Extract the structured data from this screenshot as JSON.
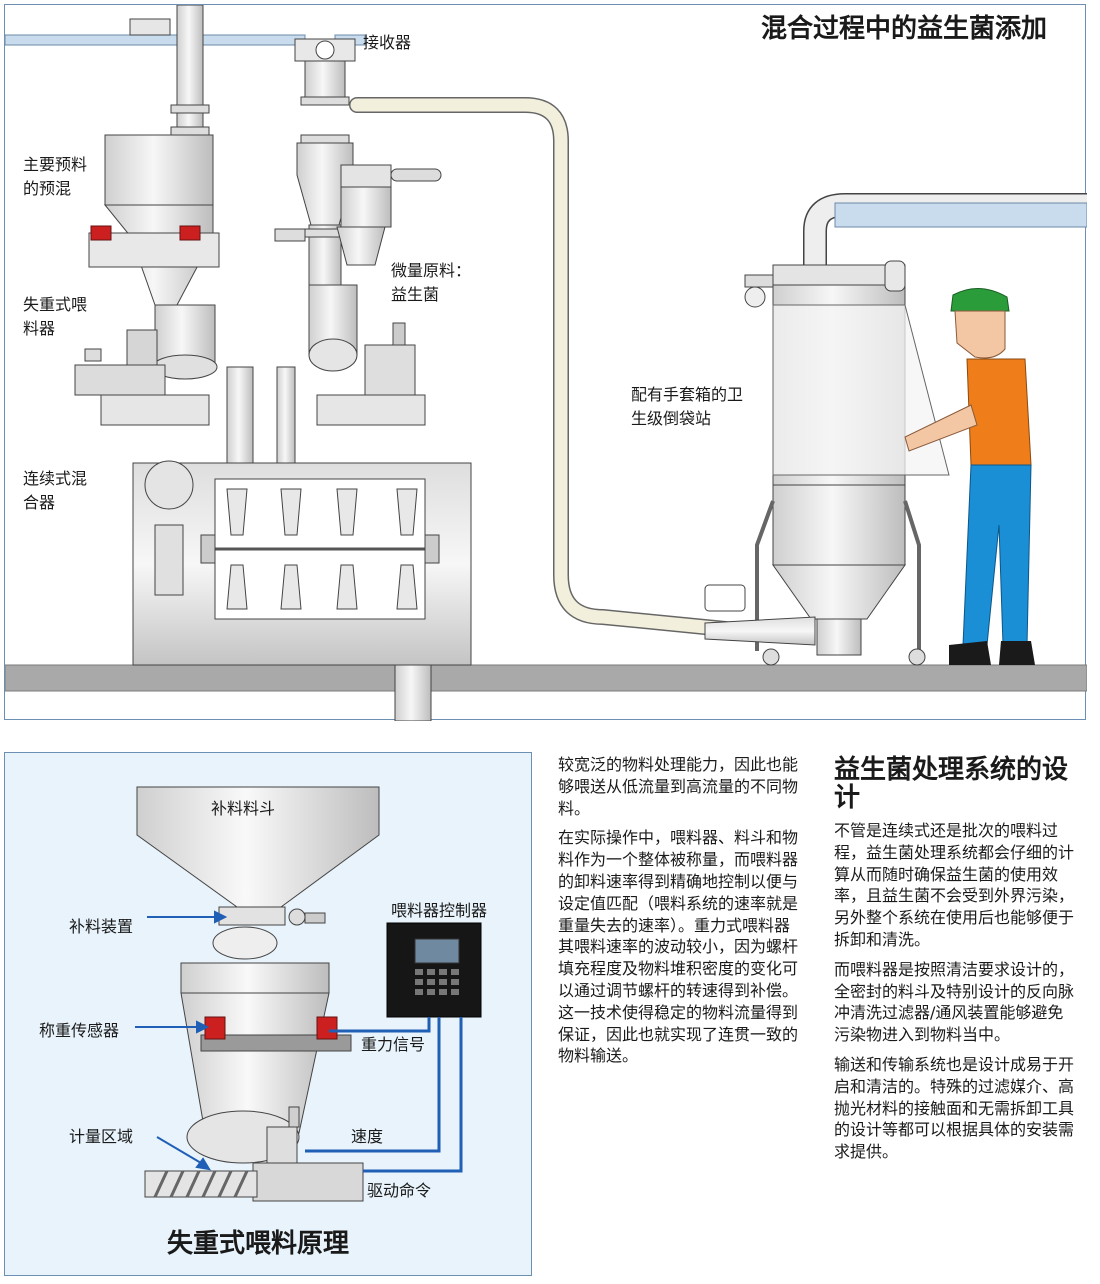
{
  "top": {
    "title": "混合过程中的益生菌添加",
    "labels": {
      "receiver": "接收器",
      "premix_1": "主要预料",
      "premix_2": "的预混",
      "lw_feeder_1": "失重式喂",
      "lw_feeder_2": "料器",
      "micro_1": "微量原料：",
      "micro_2": "益生菌",
      "mixer_1": "连续式混",
      "mixer_2": "合器",
      "station_1": "配有手套箱的卫",
      "station_2": "生级倒袋站"
    }
  },
  "bottom": {
    "title": "失重式喂料原理",
    "labels": {
      "hopper": "补料料斗",
      "refill": "补料装置",
      "controller": "喂料器控制器",
      "load_cell": "称重传感器",
      "weight_signal": "重力信号",
      "speed": "速度",
      "metering": "计量区域",
      "drive_cmd": "驱动命令"
    }
  },
  "middle_text": [
    "较宽泛的物料处理能力，因此也能够喂送从低流量到高流量的不同物料。",
    "在实际操作中，喂料器、料斗和物料作为一个整体被称量，而喂料器的卸料速率得到精确地控制以便与设定值匹配（喂料系统的速率就是重量失去的速率）。重力式喂料器其喂料速率的波动较小，因为螺杆填充程度及物料堆积密度的变化可以通过调节螺杆的转速得到补偿。这一技术使得稳定的物料流量得到保证，因此也就实现了连贯一致的物料输送。"
  ],
  "right_col": {
    "heading": "益生菌处理系统的设计",
    "paragraphs": [
      "不管是连续式还是批次的喂料过程，益生菌处理系统都会仔细的计算从而随时确保益生菌的使用效率，且益生菌不会受到外界污染，另外整个系统在使用后也能够便于拆卸和清洗。",
      "而喂料器是按照清洁要求设计的，全密封的料斗及特别设计的反向脉冲清洗过滤器/通风装置能够避免污染物进入到物料当中。",
      "输送和传输系统也是设计成易于开启和清洁的。特殊的过滤媒介、高抛光材料的接触面和无需拆卸工具的设计等都可以根据具体的安装需求提供。"
    ]
  },
  "colors": {
    "frame": "#6d8fb4",
    "pipe_blue": "#c9dcee",
    "steel": "#e6e6e6",
    "steel_dark": "#9a9a9a",
    "load_cell_red": "#cc1f1f",
    "signal_blue": "#1f5fb5",
    "worker_shirt": "#ef7d1a",
    "worker_pants": "#1a8fd6",
    "helmet_green": "#2a9d3a"
  }
}
